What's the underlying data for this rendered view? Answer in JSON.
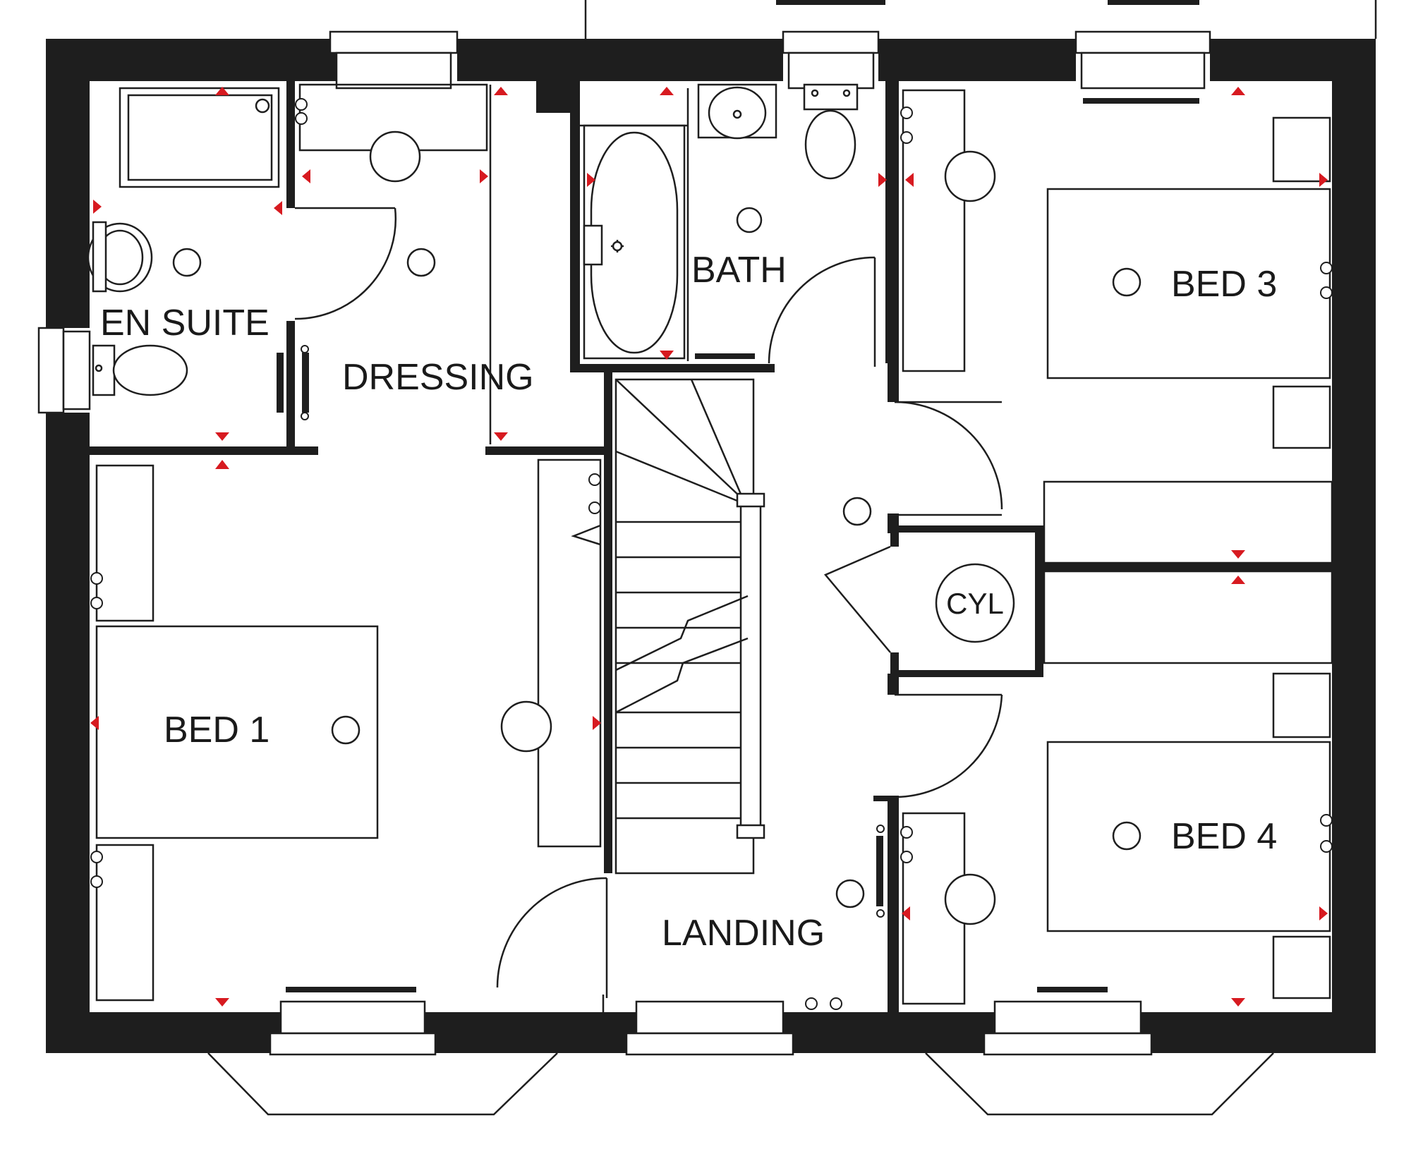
{
  "rooms": {
    "en_suite": "EN SUITE",
    "dressing": "DRESSING",
    "bath": "BATH",
    "bed_1": "BED 1",
    "bed_3": "BED 3",
    "bed_4": "BED 4",
    "landing": "LANDING",
    "cylinder": "CYL"
  },
  "colors": {
    "wall": "#1e1e1e",
    "marker": "#d71a20",
    "background": "#ffffff"
  }
}
